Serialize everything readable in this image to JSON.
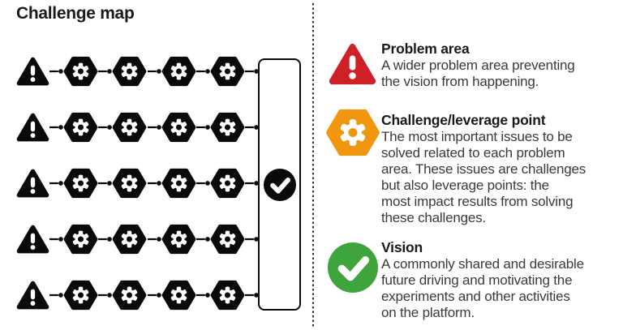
{
  "title": "Challenge map",
  "colors": {
    "problem_red": "#CE2027",
    "challenge_orange": "#F0960F",
    "vision_green": "#3EA43B",
    "icon_black": "#0A0A0A",
    "title_text": "#1A1A18",
    "body_text": "#3A3A39"
  },
  "map": {
    "rows": 5,
    "challenges_per_row": 4,
    "flow": "problem-triangle to gear-chain to vision-box"
  },
  "legend": [
    {
      "icon": "warning-triangle-icon",
      "title": "Problem area",
      "description": "A wider problem area preventing\nthe vision from happening."
    },
    {
      "icon": "gear-hexagon-icon",
      "title": "Challenge/leverage point",
      "description": "The most important issues to be\nsolved related to each problem\narea. These issues are challenges\nbut also leverage points: the\nmost impact results from solving\nthese challenges."
    },
    {
      "icon": "check-circle-icon",
      "title": "Vision",
      "description": "A commonly shared and desirable\nfuture driving and motivating the\nexperiments and other activities\non the platform."
    }
  ]
}
